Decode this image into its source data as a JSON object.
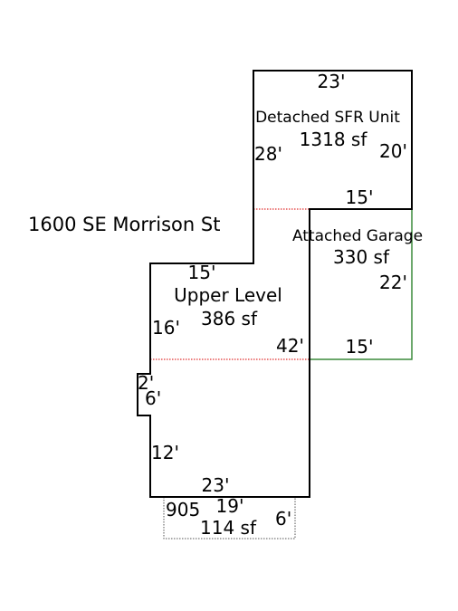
{
  "address": "1600 SE Morrison St",
  "colors": {
    "wall": "#000000",
    "divider": "#e03030",
    "garage": "#3a8a3a",
    "deck": "#555555",
    "background": "#ffffff"
  },
  "areas": {
    "detached_sfr": {
      "name": "Detached SFR Unit",
      "area": "1318 sf",
      "top": "23'",
      "left": "28'",
      "right": "20'",
      "bottom": "15'"
    },
    "garage": {
      "name": "Attached Garage",
      "area": "330 sf",
      "right": "22'",
      "bottom": "15'"
    },
    "upper_level": {
      "name": "Upper Level",
      "area": "386 sf",
      "top": "15'",
      "left": "16'",
      "right": "42'"
    },
    "lower": {
      "notch_top": "2'",
      "notch_side": "6'",
      "left": "12'",
      "bottom": "23'"
    },
    "deck": {
      "code": "905",
      "top": "19'",
      "side": "6'",
      "area": "114 sf"
    }
  }
}
